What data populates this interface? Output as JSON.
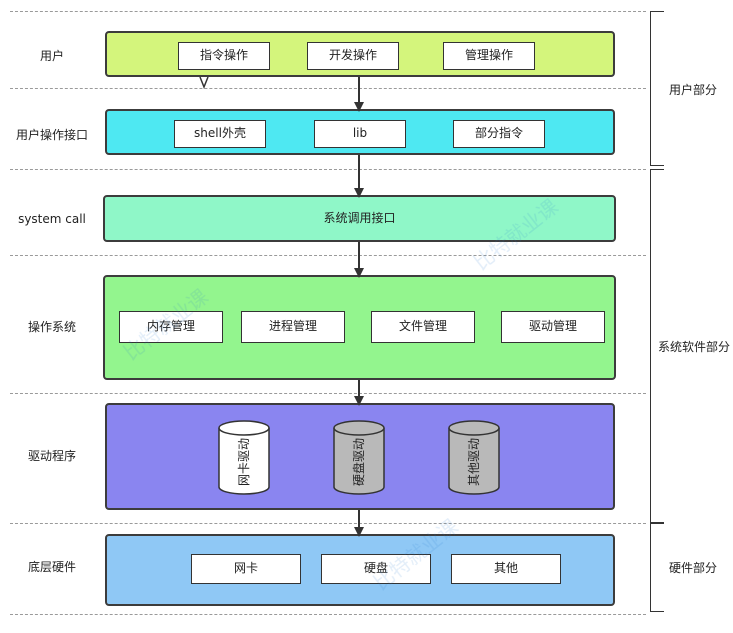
{
  "layers": {
    "user": {
      "label": "用户",
      "items": [
        "指令操作",
        "开发操作",
        "管理操作"
      ]
    },
    "user_interface": {
      "label": "用户操作接口",
      "items": [
        "shell外壳",
        "lib",
        "部分指令"
      ]
    },
    "syscall": {
      "label": "system call",
      "items": [
        "系统调用接口"
      ]
    },
    "os": {
      "label": "操作系统",
      "items": [
        "内存管理",
        "进程管理",
        "文件管理",
        "驱动管理"
      ]
    },
    "drivers": {
      "label": "驱动程序",
      "items": [
        "网卡驱动",
        "硬盘驱动",
        "其他驱动"
      ]
    },
    "hardware": {
      "label": "底层硬件",
      "items": [
        "网卡",
        "硬盘",
        "其他"
      ]
    }
  },
  "sections": {
    "user_part": "用户部分",
    "system_software_part": "系统软件部分",
    "hardware_part": "硬件部分"
  },
  "watermark": "比特就业课",
  "colors": {
    "user": "#d4f57c",
    "user_interface": "#4ee8f2",
    "syscall": "#8ff7c8",
    "os": "#93f58e",
    "drivers": "#8a85f0",
    "hardware": "#8fc8f5",
    "cylinder_white": "#ffffff",
    "cylinder_gray": "#b9b9b9"
  }
}
